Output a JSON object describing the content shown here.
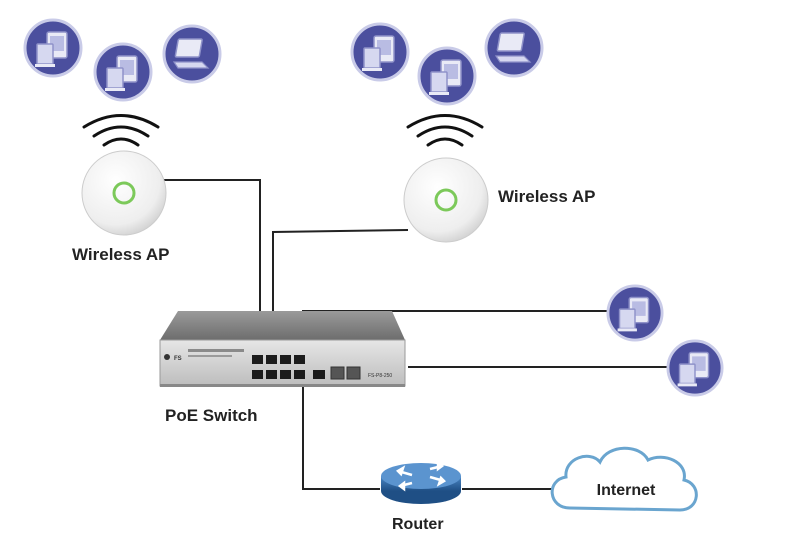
{
  "labels": {
    "ap_left": "Wireless AP",
    "ap_right": "Wireless AP",
    "switch": "PoE Switch",
    "router": "Router",
    "internet": "Internet",
    "switch_brand": "FS",
    "switch_model": "FS-P8-250"
  },
  "icons": {
    "desktop": "desktop-computer-icon",
    "laptop": "laptop-icon",
    "wifi": "wifi-signal-icon",
    "access_point": "wireless-access-point-icon",
    "switch": "poe-switch-icon",
    "router": "router-icon",
    "cloud": "cloud-icon"
  },
  "colors": {
    "device_circle": "#4b4f9e",
    "device_circle_edge": "#c9cbe8",
    "router": "#2f6aa8",
    "cloud_stroke": "#6aa5cf",
    "ap_led": "#7cc95a",
    "line": "#222222"
  }
}
